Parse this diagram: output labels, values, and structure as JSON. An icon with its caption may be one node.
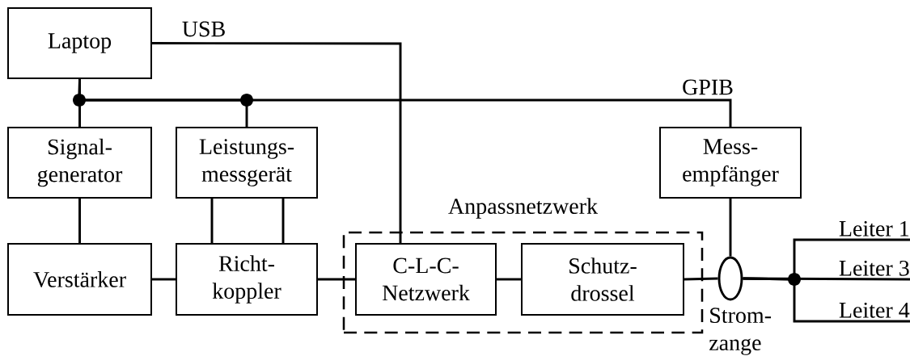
{
  "diagram": {
    "nodes": [
      {
        "text": [
          "Laptop"
        ]
      },
      {
        "text": [
          "Signal- generator"
        ]
      },
      {
        "text": [
          "Leistungs- messgerät"
        ]
      },
      {
        "text": [
          "Mess- empfänger"
        ]
      },
      {
        "text": [
          "Anpassnetzwerk"
        ]
      },
      {
        "text": [
          "Verstärker"
        ]
      },
      {
        "text": [
          "Richt- koppler"
        ]
      },
      {
        "text": [
          "C-L-C- Netzwerk"
        ],
        "in": 4
      },
      {
        "text": [
          "Schutz- drossel"
        ],
        "in": 4
      },
      {
        "text": [],
        "shape": "circle",
        "beside": [
          "Strom- zange"
        ]
      },
      {
        "text": [
          "Leiter 1"
        ]
      },
      {
        "text": [
          "Leiter 3"
        ]
      },
      {
        "text": [
          "Leiter 4"
        ]
      }
    ],
    "edges": [
      {
        "from": 0,
        "to": 1,
        "arrow": "none"
      },
      {
        "from": 0,
        "to": 2,
        "arrow": "none"
      },
      {
        "from": 0,
        "to": 3,
        "arrow": "none",
        "label": "GPIB"
      },
      {
        "from": 0,
        "to": 7,
        "arrow": "none",
        "label": "USB"
      },
      {
        "from": 2,
        "to": 6,
        "arrow": "none"
      },
      {
        "from": 2,
        "to": 6,
        "arrow": "none"
      },
      {
        "from": 1,
        "to": 5,
        "arrow": "none"
      },
      {
        "from": 5,
        "to": 6,
        "arrow": "none"
      },
      {
        "from": 6,
        "to": 7,
        "arrow": "none"
      },
      {
        "from": 7,
        "to": 8,
        "arrow": "none"
      },
      {
        "from": 3,
        "to": 9,
        "arrow": "none"
      },
      {
        "from": 8,
        "to": 9,
        "arrow": "none"
      },
      {
        "from": 9,
        "to": 10,
        "arrow": "none"
      },
      {
        "from": 9,
        "to": 11,
        "arrow": "none"
      },
      {
        "from": 9,
        "to": 12,
        "arrow": "none"
      }
    ]
  }
}
